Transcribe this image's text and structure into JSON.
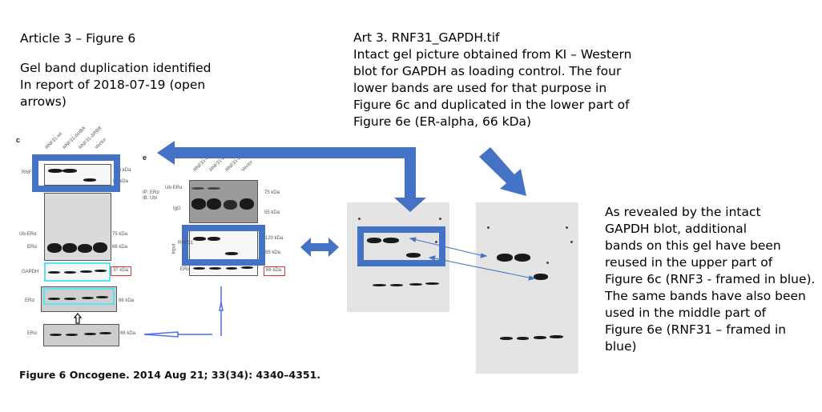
{
  "left_text": {
    "title": "Article 3 – Figure 6",
    "line1": "Gel band duplication identified",
    "line2": "In report of  2018-07-19 (open",
    "line3": "arrows)"
  },
  "top_text": {
    "filename": "Art 3. RNF31_GAPDH.tif",
    "line1": "Intact gel picture obtained from KI – Western",
    "line2": "blot for GAPDH as loading control. The four",
    "line3": "lower bands are used for that purpose in",
    "line4": "Figure 6c and duplicated in the lower part of",
    "line5": "Figure 6e (ER-alpha, 66 kDa)"
  },
  "right_text": {
    "line1": "As revealed by the intact",
    "line2": "GAPDH blot, additional",
    "line3": "bands on this gel have been",
    "line4": "reused in the upper part of",
    "line5": "Figure 6c (RNF3 - framed in blue).",
    "line6": "The same bands have also been",
    "line7": "used in the middle part of",
    "line8": "Figure 6e (RNF31 – framed in",
    "line9": "blue)"
  },
  "figure_c": {
    "panel_letter": "c",
    "lanes": [
      "RNF31-wt",
      "RNF31-ΔUBA",
      "RNF31-ΔRBR",
      "Vector"
    ],
    "row_labels": {
      "rnf": "RNF31",
      "ub": "Ub-ERα",
      "er": "ERα",
      "gapdh": "GAPDH",
      "er2": "ERα",
      "er3": "ERα"
    },
    "kda": {
      "rnf_top": "120 kDa",
      "rnf_bot": "85 kDa",
      "ub": "75 kDa",
      "er": "66 kDa",
      "gapdh": "37 kDa",
      "er2": "66 kDa",
      "er3": "66 kDa"
    }
  },
  "figure_e": {
    "panel_letter": "e",
    "lanes": [
      "RNF31-wt",
      "RNF31-ΔUBA",
      "RNF31-ΔRBR",
      "Vector"
    ],
    "ip_label": "IP: ERα",
    "ib_label": "IB: Ubi",
    "input_label": "Input",
    "row_labels": {
      "ub": "Ub-ERα",
      "igg": "IgG",
      "rnf": "RNF31",
      "er": "ERα"
    },
    "kda": {
      "ub": "75 kDa",
      "igg": "55 kDa",
      "rnf_top": "120 kDa",
      "rnf_bot": "85 kDa",
      "er": "66 kDa"
    }
  },
  "caption": "Figure 6 Oncogene. 2014 Aug 21; 33(34): 4340–4351.",
  "colors": {
    "frame_blue": "#4472c4",
    "frame_cyan": "#5ce1f0",
    "frame_red": "#e03030",
    "thin_arrow": "#4a6cf0"
  }
}
